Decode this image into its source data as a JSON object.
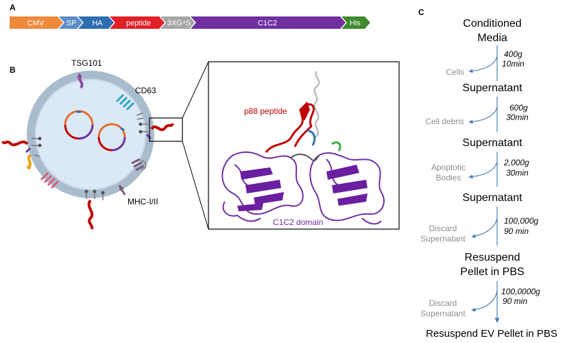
{
  "panel_labels": {
    "a": "A",
    "b": "B",
    "c": "C"
  },
  "construct": {
    "segments": [
      {
        "label": "CMV",
        "color": "#ef8a3c"
      },
      {
        "label": "SP",
        "color": "#5b8cc4"
      },
      {
        "label": "HA",
        "color": "#2e6db0"
      },
      {
        "label": "peptide",
        "color": "#e11f26"
      },
      {
        "label": "3XG⁴S",
        "color": "#a6a6a6"
      },
      {
        "label": "C1C2",
        "color": "#7030a0"
      },
      {
        "label": "His",
        "color": "#3f8a2e"
      }
    ]
  },
  "vesicle": {
    "labels": {
      "tsg101": "TSG101",
      "cd63": "CD63",
      "mhc": "MHC-I/II"
    }
  },
  "structure": {
    "peptide_label": "p88 peptide",
    "domain_label": "C1C2 domain",
    "peptide_color": "#c00000",
    "domain_color": "#7030a0"
  },
  "protocol": {
    "start": [
      "Conditioned",
      "Media"
    ],
    "steps": [
      {
        "speed": "400g",
        "time": "10min",
        "discard": [
          "Cells"
        ],
        "product": [
          "Supernatant"
        ]
      },
      {
        "speed": "600g",
        "time": "30min",
        "discard": [
          "Cell debris"
        ],
        "product": [
          "Supernatant"
        ]
      },
      {
        "speed": "2,000g",
        "time": "30min",
        "discard": [
          "Apoptotic",
          "Bodies"
        ],
        "product": [
          "Supernatant"
        ]
      },
      {
        "speed": "100,000g",
        "time": "90 min",
        "discard": [
          "Discard",
          "Supernatant"
        ],
        "product": [
          "Resuspend",
          "Pellet in PBS"
        ]
      },
      {
        "speed": "100,0000g",
        "time": "90 min",
        "discard": [
          "Discard",
          "Supernatant"
        ],
        "product": [
          "Resuspend EV Pellet in PBS"
        ]
      }
    ],
    "arrow_color": "#4a7ebb",
    "discard_color": "#8c8c8c"
  }
}
